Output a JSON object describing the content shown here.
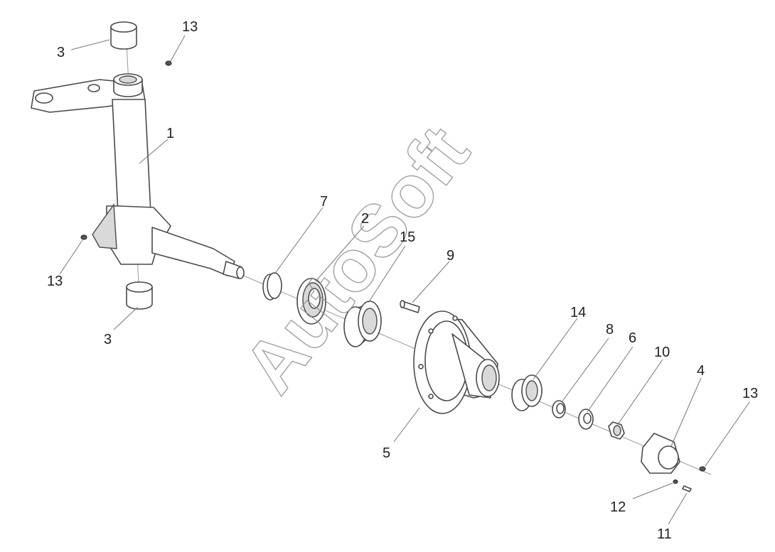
{
  "watermark": "AutoSoft",
  "callouts": [
    {
      "id": "c1",
      "label": "1"
    },
    {
      "id": "c2",
      "label": "2"
    },
    {
      "id": "c3a",
      "label": "3"
    },
    {
      "id": "c3b",
      "label": "3"
    },
    {
      "id": "c4",
      "label": "4"
    },
    {
      "id": "c5",
      "label": "5"
    },
    {
      "id": "c6",
      "label": "6"
    },
    {
      "id": "c7",
      "label": "7"
    },
    {
      "id": "c8",
      "label": "8"
    },
    {
      "id": "c9",
      "label": "9"
    },
    {
      "id": "c10",
      "label": "10"
    },
    {
      "id": "c11",
      "label": "11"
    },
    {
      "id": "c12",
      "label": "12"
    },
    {
      "id": "c13a",
      "label": "13"
    },
    {
      "id": "c13b",
      "label": "13"
    },
    {
      "id": "c13c",
      "label": "13"
    },
    {
      "id": "c14",
      "label": "14"
    },
    {
      "id": "c15",
      "label": "15"
    }
  ]
}
